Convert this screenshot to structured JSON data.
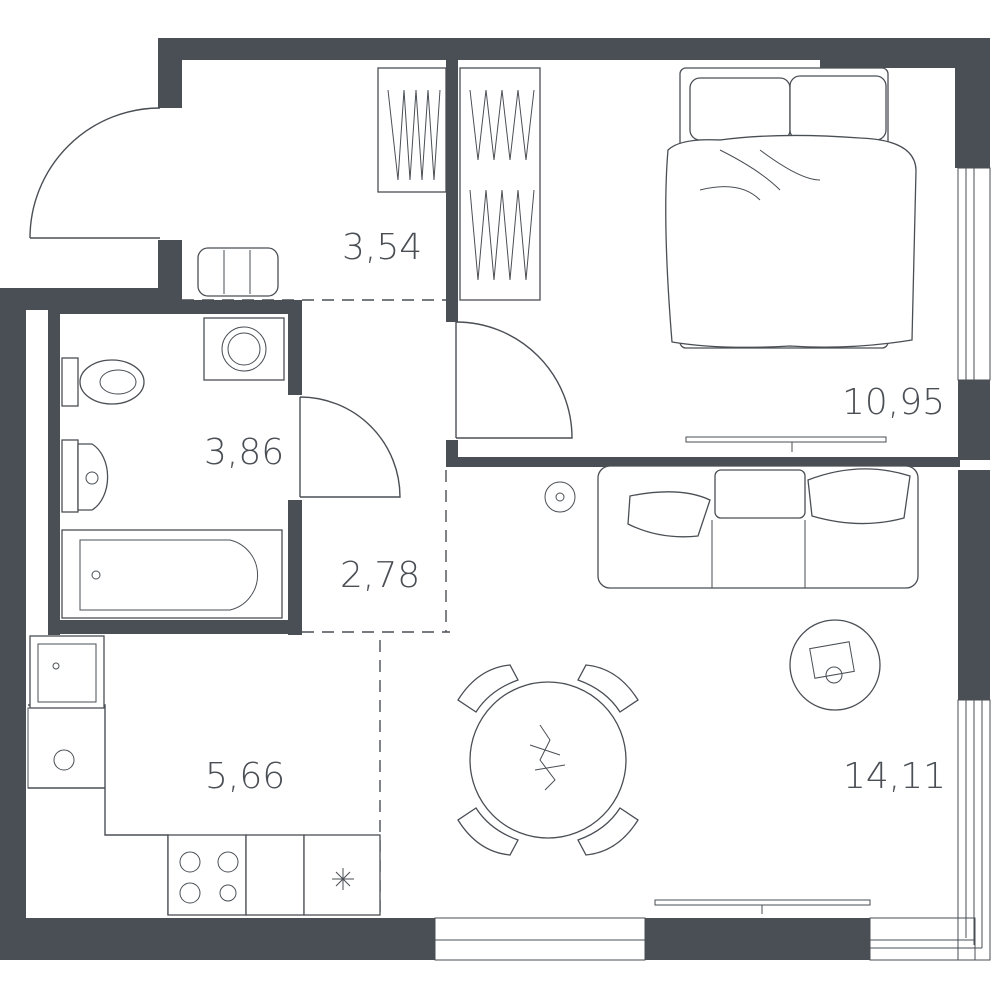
{
  "plan": {
    "wall_color": "#4a4f55",
    "rooms": [
      {
        "id": "hall",
        "area": "3,54"
      },
      {
        "id": "bathroom",
        "area": "3,86"
      },
      {
        "id": "corridor",
        "area": "2,78"
      },
      {
        "id": "kitchen",
        "area": "5,66"
      },
      {
        "id": "bedroom",
        "area": "10,95"
      },
      {
        "id": "living",
        "area": "14,11"
      }
    ]
  }
}
